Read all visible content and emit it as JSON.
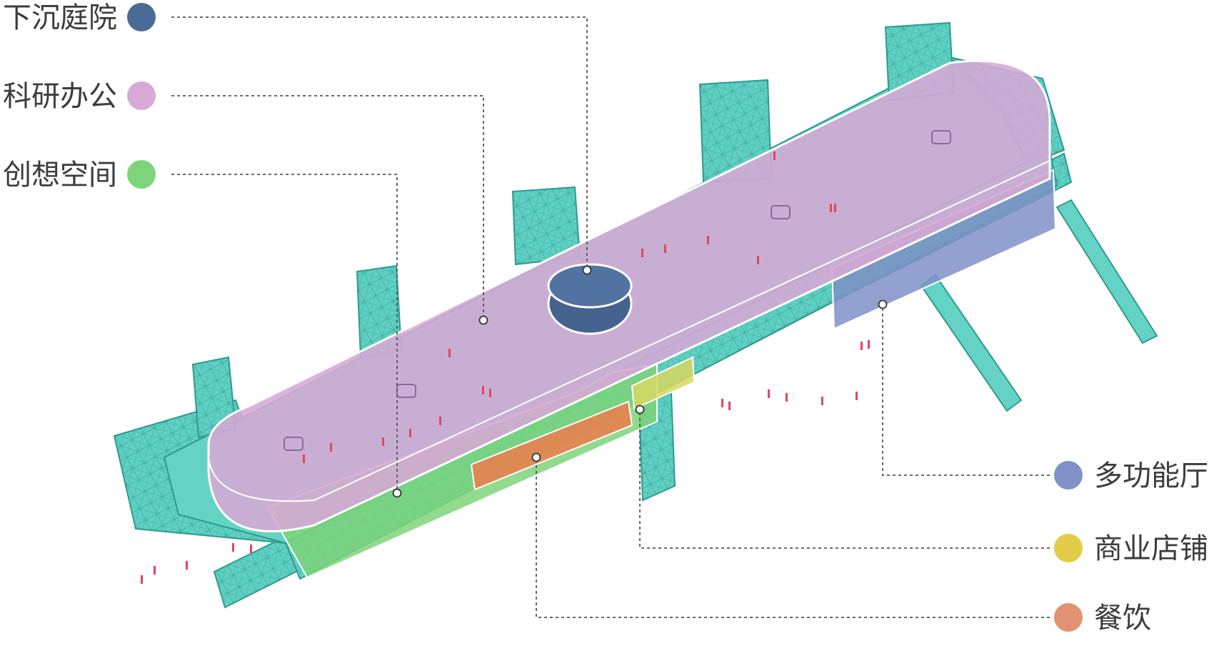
{
  "legend": {
    "left": [
      {
        "label": "下沉庭院",
        "color": "#4a6b93"
      },
      {
        "label": "科研办公",
        "color": "#d7a9d6"
      },
      {
        "label": "创想空间",
        "color": "#7ed47a"
      }
    ],
    "right": [
      {
        "label": "多功能厅",
        "color": "#7f91c7"
      },
      {
        "label": "商业店铺",
        "color": "#e3cc47"
      },
      {
        "label": "餐饮",
        "color": "#e29272"
      }
    ]
  },
  "colors": {
    "structure": "#5fd0c3",
    "structure_dark": "#3aa79a",
    "leader": "#555555",
    "people": "#e2455f"
  }
}
